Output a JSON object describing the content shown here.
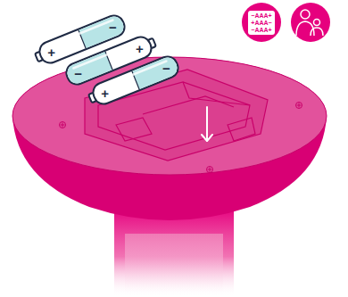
{
  "diagram": {
    "labels": [
      "+",
      "−",
      "−",
      "+",
      "+",
      "−",
      "−AAA+",
      "+AAA−",
      "−AAA+"
    ]
  }
}
